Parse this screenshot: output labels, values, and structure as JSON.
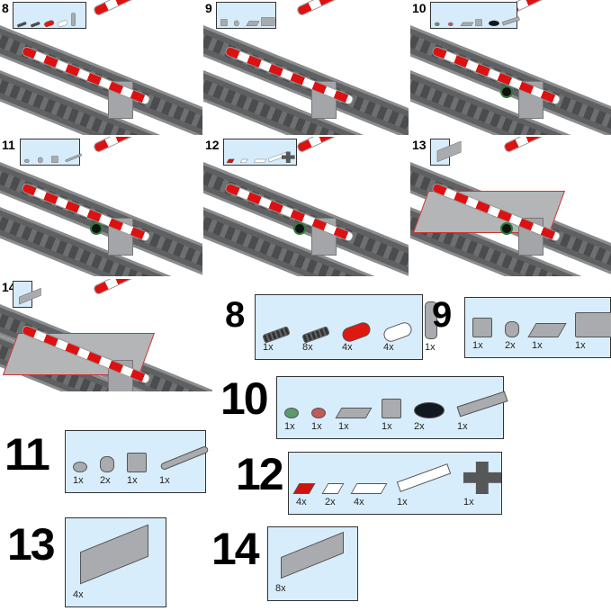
{
  "steps": [
    {
      "number": "8",
      "parts": [
        {
          "qty": "1x",
          "shape": "pin",
          "color": "#333333"
        },
        {
          "qty": "8x",
          "shape": "pin",
          "color": "#333333"
        },
        {
          "qty": "4x",
          "shape": "cyl",
          "color": "#dd1a10"
        },
        {
          "qty": "4x",
          "shape": "cyl",
          "color": "#ffffff"
        },
        {
          "qty": "1x",
          "shape": "tall",
          "color": "#a9abae"
        }
      ]
    },
    {
      "number": "9",
      "parts": [
        {
          "qty": "1x",
          "shape": "brick1",
          "color": "#a9abae"
        },
        {
          "qty": "2x",
          "shape": "round",
          "color": "#a9abae"
        },
        {
          "qty": "1x",
          "shape": "tile1",
          "color": "#a9abae"
        },
        {
          "qty": "1x",
          "shape": "brick22",
          "color": "#a9abae"
        }
      ]
    },
    {
      "number": "10",
      "parts": [
        {
          "qty": "1x",
          "shape": "stud",
          "color": "#5a9a6e"
        },
        {
          "qty": "1x",
          "shape": "stud",
          "color": "#c25a5a"
        },
        {
          "qty": "1x",
          "shape": "plate12",
          "color": "#a9abae"
        },
        {
          "qty": "1x",
          "shape": "brick1",
          "color": "#a9abae"
        },
        {
          "qty": "2x",
          "shape": "dish",
          "color": "#111820"
        },
        {
          "qty": "1x",
          "shape": "plate14",
          "color": "#a9abae"
        }
      ]
    },
    {
      "number": "11",
      "parts": [
        {
          "qty": "1x",
          "shape": "stud",
          "color": "#a9abae"
        },
        {
          "qty": "2x",
          "shape": "round",
          "color": "#a9abae"
        },
        {
          "qty": "1x",
          "shape": "brick1",
          "color": "#a9abae"
        },
        {
          "qty": "1x",
          "shape": "bar",
          "color": "#a9abae"
        }
      ]
    },
    {
      "number": "12",
      "parts": [
        {
          "qty": "4x",
          "shape": "tile11",
          "color": "#cc1410"
        },
        {
          "qty": "2x",
          "shape": "tile11",
          "color": "#ffffff"
        },
        {
          "qty": "4x",
          "shape": "tile12",
          "color": "#ffffff"
        },
        {
          "qty": "1x",
          "shape": "tile14",
          "color": "#ffffff"
        },
        {
          "qty": "1x",
          "shape": "cross",
          "color": "#555759"
        }
      ]
    },
    {
      "number": "13",
      "parts": [
        {
          "qty": "4x",
          "shape": "slope",
          "color": "#a9abae"
        }
      ]
    },
    {
      "number": "14",
      "parts": [
        {
          "qty": "8x",
          "shape": "tile24",
          "color": "#a9abae"
        }
      ]
    }
  ],
  "colors": {
    "callout_bg": "#d8edfb",
    "track": "#5e6062",
    "red": "#dd1a10"
  }
}
